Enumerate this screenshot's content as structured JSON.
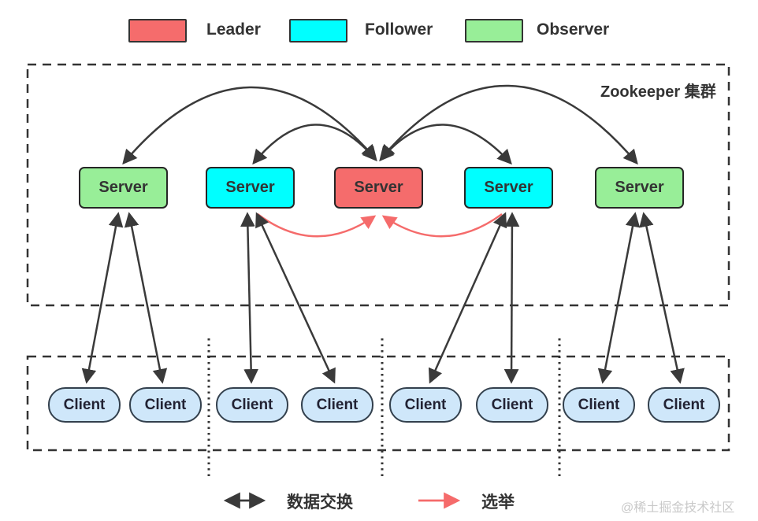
{
  "legend": {
    "items": [
      {
        "label": "Leader",
        "color": "#f56c6c"
      },
      {
        "label": "Follower",
        "color": "#00ffff"
      },
      {
        "label": "Observer",
        "color": "#98ee98"
      }
    ]
  },
  "cluster": {
    "title": "Zookeeper 集群",
    "servers": [
      {
        "label": "Server",
        "role": "observer",
        "color": "#98ee98"
      },
      {
        "label": "Server",
        "role": "follower",
        "color": "#00ffff"
      },
      {
        "label": "Server",
        "role": "leader",
        "color": "#f56c6c"
      },
      {
        "label": "Server",
        "role": "follower",
        "color": "#00ffff"
      },
      {
        "label": "Server",
        "role": "observer",
        "color": "#98ee98"
      }
    ]
  },
  "clients": {
    "items": [
      "Client",
      "Client",
      "Client",
      "Client",
      "Client",
      "Client",
      "Client",
      "Client"
    ]
  },
  "bottom_legend": {
    "data_exchange": "数据交换",
    "election": "选举"
  },
  "watermark": "@稀土掘金技术社区",
  "colors": {
    "ink": "#333333",
    "line": "#3a3a3a",
    "election": "#f56b6b",
    "client_fill": "#cfe7fa",
    "client_border": "#33404d",
    "watermark": "#c9c9c9"
  }
}
